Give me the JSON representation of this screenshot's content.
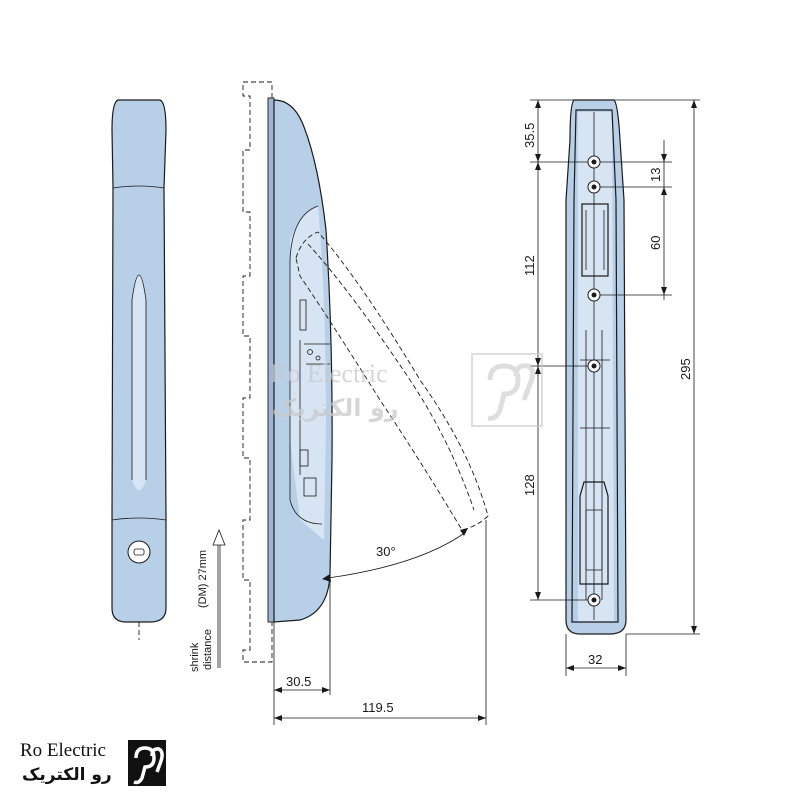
{
  "colors": {
    "handle_fill": "#b8cfe8",
    "handle_highlight": "#d6e4f3",
    "line": "#1a1a1a",
    "watermark": "#c9c9c9"
  },
  "side_view": {
    "angle_label": "30°",
    "dim_depth_label": "30.5",
    "dim_total_label": "119.5"
  },
  "front_view": {
    "arrow_label_line1": "shrink",
    "arrow_label_line2": "distance",
    "dm_label": "(DM)  27mm"
  },
  "back_view": {
    "dim_35_5": "35.5",
    "dim_13": "13",
    "dim_60": "60",
    "dim_112": "112",
    "dim_295": "295",
    "dim_128": "128",
    "dim_32": "32"
  },
  "watermark": {
    "english": "Ro Electric",
    "persian": "رو الکتریک"
  },
  "logo": {
    "english": "Ro Electric",
    "persian": "رو الکتریک",
    "icon": "ro-electric-logo-icon"
  }
}
